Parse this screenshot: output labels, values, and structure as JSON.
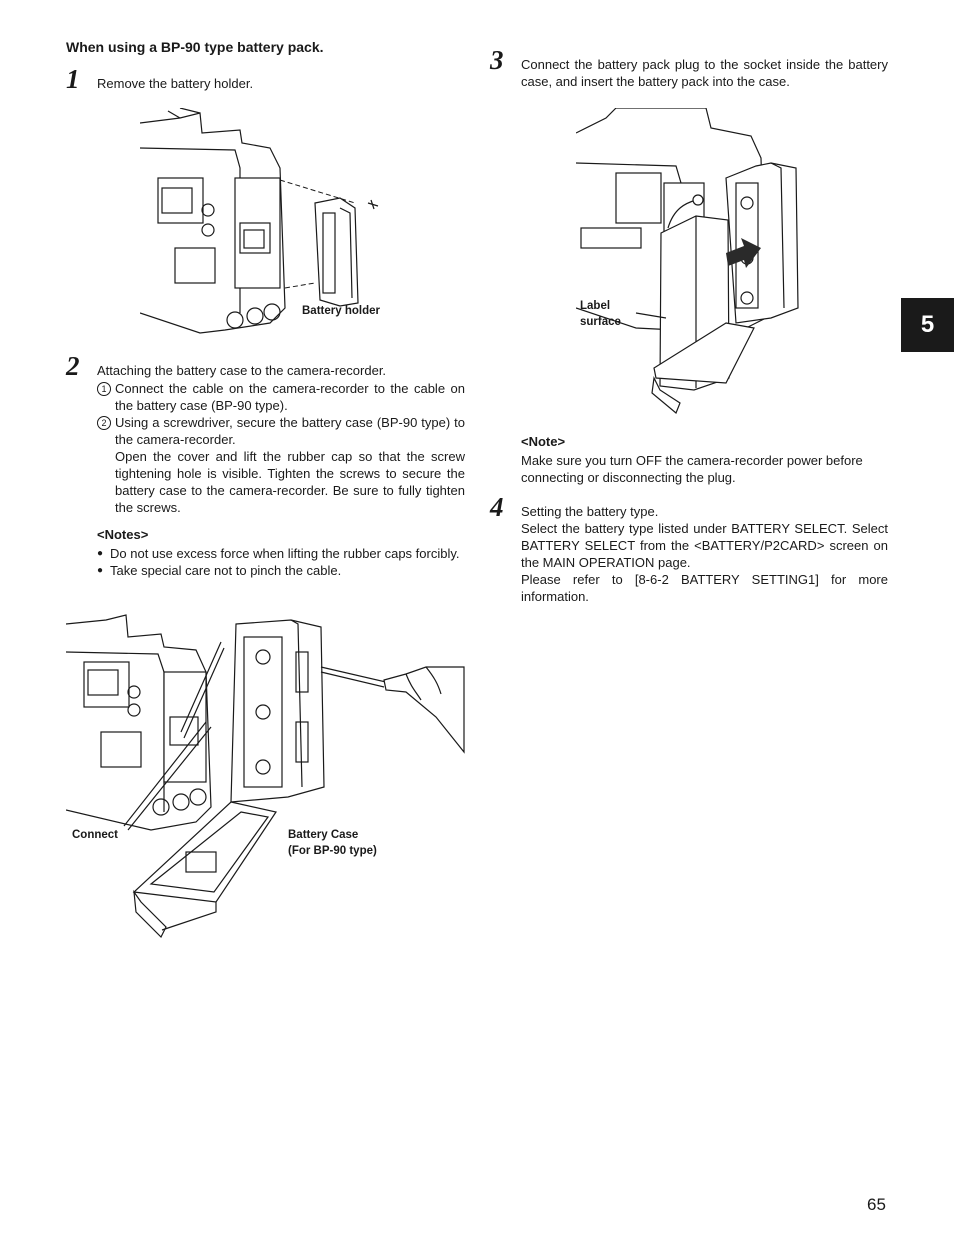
{
  "heading": "When using a BP-90 type battery pack.",
  "step1": {
    "num": "1",
    "text": "Remove the battery holder."
  },
  "figure1": {
    "label": "Battery holder"
  },
  "step2": {
    "num": "2",
    "text": "Attaching the battery case to the camera-recorder.",
    "sub1_mark": "1",
    "sub1_text": "Connect the cable on the camera-recorder to the cable on the battery case (BP-90 type).",
    "sub2_mark": "2",
    "sub2_text": "Using a screwdriver, secure the battery case  (BP-90 type) to the camera-recorder.",
    "sub2_text_b": "Open the cover and lift the rubber cap so that the screw tightening hole is visible. Tighten the screws to secure the battery case to the camera-recorder. Be sure to fully tighten the screws."
  },
  "notes": {
    "title": "<Notes>",
    "items": [
      "Do not use excess force when lifting the rubber caps forcibly.",
      "Take special care not to pinch the cable."
    ]
  },
  "figure2": {
    "label_connect": "Connect",
    "label_case_1": "Battery Case",
    "label_case_2": "(For BP-90 type)"
  },
  "step3": {
    "num": "3",
    "text": "Connect the battery pack plug to the socket inside the battery case, and insert the battery pack into the case."
  },
  "figure3": {
    "label_1": "Label",
    "label_2": "surface"
  },
  "note": {
    "title": "<Note>",
    "text": "Make sure you turn OFF the camera-recorder power before connecting or disconnecting the plug."
  },
  "step4": {
    "num": "4",
    "line1": "Setting the battery type.",
    "line2": "Select the battery type listed under BATTERY SELECT. Select BATTERY SELECT from the <BATTERY/P2CARD> screen on the MAIN OPERATION page.",
    "line3": "Please refer to [8-6-2 BATTERY SETTING1] for more information."
  },
  "chapter_tab": "5",
  "page_number": "65"
}
